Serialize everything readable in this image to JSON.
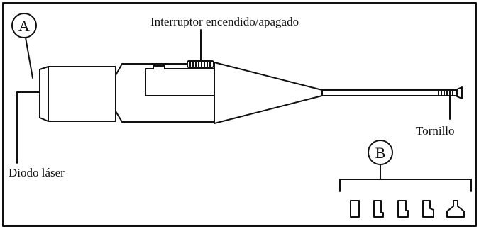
{
  "labels": {
    "switch": "Interruptor encendido/apagado",
    "diode": "Diodo láser",
    "screw": "Tornillo",
    "callout_a": "A",
    "callout_b": "B"
  }
}
